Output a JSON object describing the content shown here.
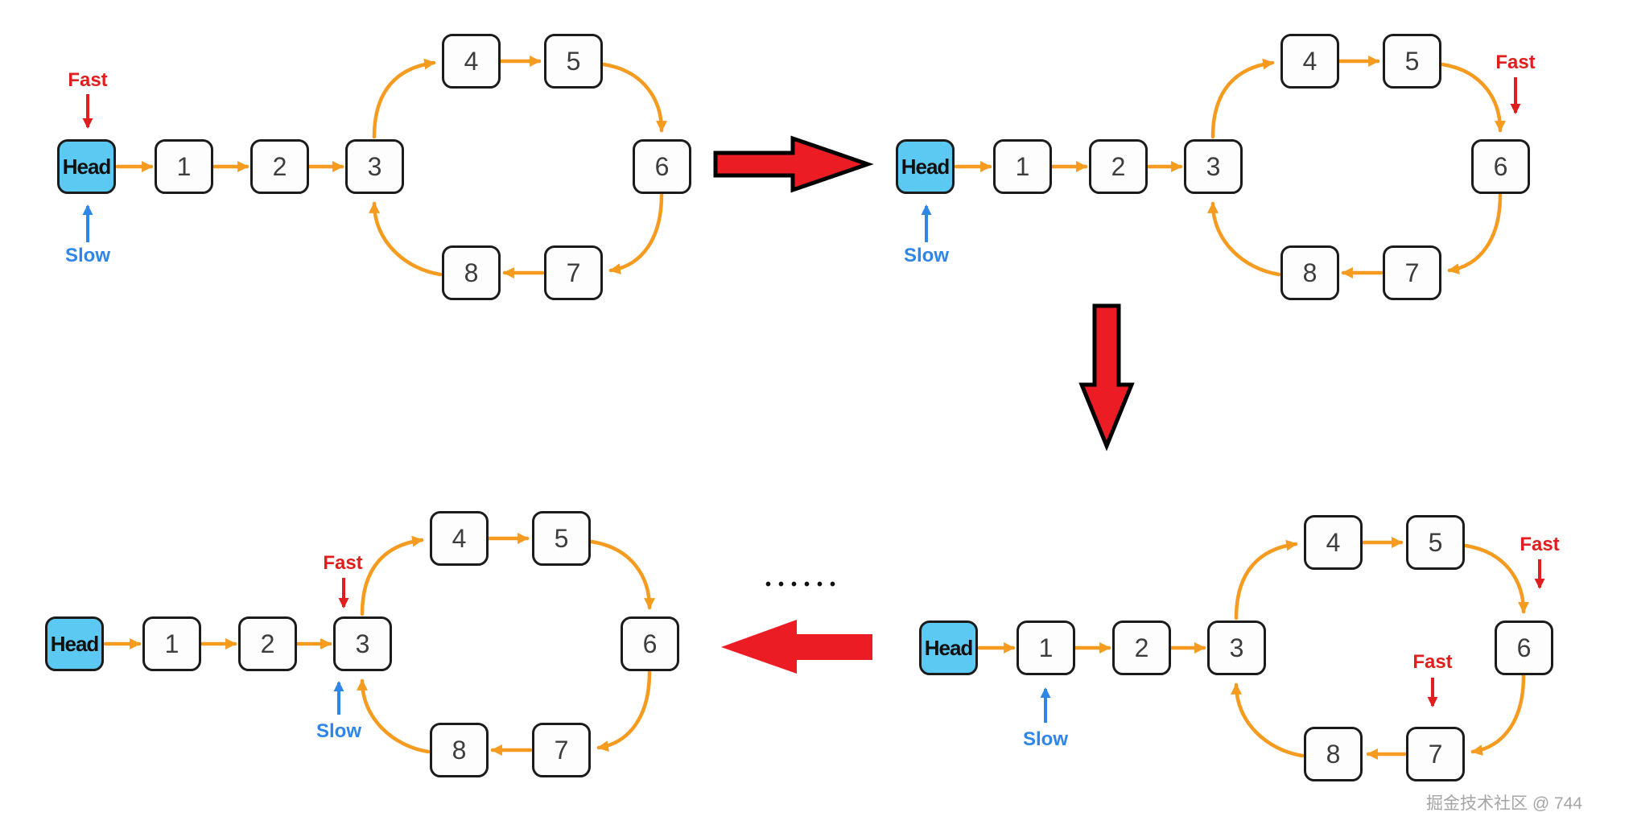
{
  "diagram": {
    "panels": [
      {
        "position": "top-left",
        "head_label": "Head",
        "node_labels": [
          "1",
          "2",
          "3",
          "4",
          "5",
          "6",
          "7",
          "8"
        ],
        "pointers": [
          {
            "label": "Fast",
            "color": "#E01E1E",
            "points_to": "Head",
            "direction": "down"
          },
          {
            "label": "Slow",
            "color": "#2E86E8",
            "points_to": "Head",
            "direction": "up"
          }
        ]
      },
      {
        "position": "top-right",
        "head_label": "Head",
        "node_labels": [
          "1",
          "2",
          "3",
          "4",
          "5",
          "6",
          "7",
          "8"
        ],
        "pointers": [
          {
            "label": "Fast",
            "color": "#E01E1E",
            "points_to": "6",
            "direction": "down"
          },
          {
            "label": "Slow",
            "color": "#2E86E8",
            "points_to": "Head",
            "direction": "up"
          }
        ]
      },
      {
        "position": "bottom-left",
        "head_label": "Head",
        "node_labels": [
          "1",
          "2",
          "3",
          "4",
          "5",
          "6",
          "7",
          "8"
        ],
        "pointers": [
          {
            "label": "Fast",
            "color": "#E01E1E",
            "points_to": "3",
            "direction": "down"
          },
          {
            "label": "Slow",
            "color": "#2E86E8",
            "points_to": "3",
            "direction": "up"
          }
        ]
      },
      {
        "position": "bottom-right",
        "head_label": "Head",
        "node_labels": [
          "1",
          "2",
          "3",
          "4",
          "5",
          "6",
          "7",
          "8"
        ],
        "pointers": [
          {
            "label": "Fast",
            "color": "#E01E1E",
            "points_to": "6",
            "direction": "down"
          },
          {
            "label": "Fast",
            "color": "#E01E1E",
            "points_to": "7",
            "direction": "down"
          },
          {
            "label": "Slow",
            "color": "#2E86E8",
            "points_to": "1",
            "direction": "up"
          }
        ]
      }
    ],
    "ellipsis_dots": "••••••",
    "watermark": "掘金技术社区 @ 744"
  },
  "colors": {
    "node_arrow_orange": "#F59B20",
    "fast_red": "#E01E1E",
    "slow_blue": "#2E86E8",
    "big_arrow_red": "#EC1C24",
    "head_fill_blue": "#5BC9F2",
    "node_border": "#1B1B1B",
    "node_text": "#3D3D3D",
    "watermark_gray": "#A5A5A5",
    "background": "#FFFFFF"
  }
}
